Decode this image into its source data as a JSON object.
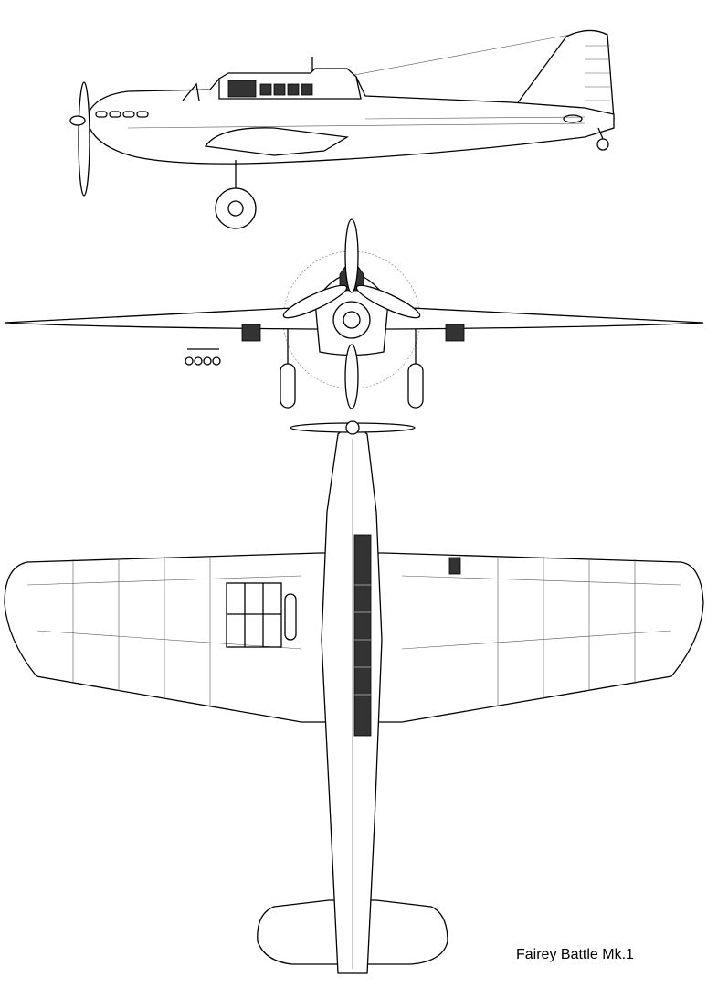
{
  "drawing": {
    "caption": "Fairey Battle Mk.1",
    "views": [
      "side-view",
      "front-view",
      "top-view"
    ]
  }
}
